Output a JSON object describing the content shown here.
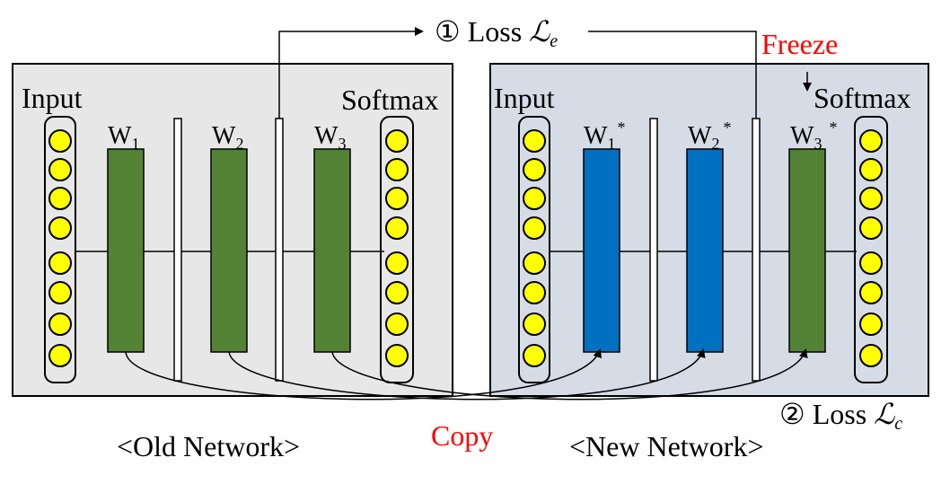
{
  "old_network": {
    "caption": "<Old Network>",
    "input_label": "Input",
    "softmax_label": "Softmax",
    "weights": [
      {
        "base": "W",
        "sub": "1",
        "sup": ""
      },
      {
        "base": "W",
        "sub": "2",
        "sup": ""
      },
      {
        "base": "W",
        "sub": "3",
        "sup": ""
      }
    ]
  },
  "new_network": {
    "caption": "<New Network>",
    "input_label": "Input",
    "softmax_label": "Softmax",
    "weights": [
      {
        "base": "W",
        "sub": "1",
        "sup": "*"
      },
      {
        "base": "W",
        "sub": "2",
        "sup": "*"
      },
      {
        "base": "W",
        "sub": "3",
        "sup": "*"
      }
    ]
  },
  "loss_e": {
    "number": "①",
    "text": "Loss",
    "symbol": "ℒ",
    "sub": "e"
  },
  "loss_c": {
    "number": "②",
    "text": "Loss",
    "symbol": "ℒ",
    "sub": "c"
  },
  "freeze_label": "Freeze",
  "copy_label": "Copy",
  "colors": {
    "old_bg": "#e7e7e7",
    "new_bg": "#d5dce6",
    "frozen_layer": "#548235",
    "trainable_layer": "#0070c0",
    "neuron": "#ffff00",
    "accent_red": "#ff0000"
  }
}
